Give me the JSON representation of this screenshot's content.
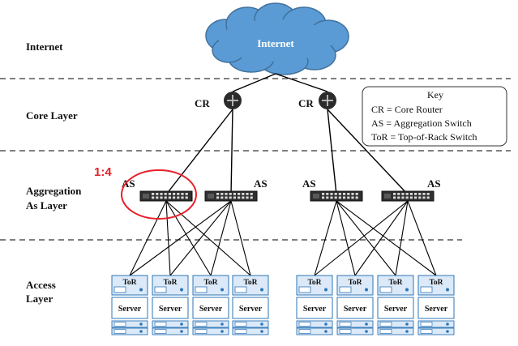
{
  "layers": [
    {
      "id": "internet",
      "label": "Internet"
    },
    {
      "id": "core",
      "label": "Core Layer"
    },
    {
      "id": "aggregation",
      "label_line1": "Aggregation",
      "label_line2": "As Layer"
    },
    {
      "id": "access",
      "label_line1": "Access",
      "label_line2": "Layer"
    }
  ],
  "cloud": {
    "label": "Internet",
    "color": "#5b9bd5",
    "border": "#41719c"
  },
  "core_routers": [
    {
      "label": "CR"
    },
    {
      "label": "CR"
    }
  ],
  "agg_switches": [
    {
      "label": "AS"
    },
    {
      "label": "AS"
    },
    {
      "label": "AS"
    },
    {
      "label": "AS"
    }
  ],
  "racks": [
    {
      "tor": "ToR",
      "server": "Server"
    },
    {
      "tor": "ToR",
      "server": "Server"
    },
    {
      "tor": "ToR",
      "server": "Server"
    },
    {
      "tor": "ToR",
      "server": "Server"
    },
    {
      "tor": "ToR",
      "server": "Server"
    },
    {
      "tor": "ToR",
      "server": "Server"
    },
    {
      "tor": "ToR",
      "server": "Server"
    },
    {
      "tor": "ToR",
      "server": "Server"
    }
  ],
  "key": {
    "title": "Key",
    "items": [
      "CR = Core Router",
      "AS = Aggregation Switch",
      "ToR = Top-of-Rack Switch"
    ]
  },
  "annotation": {
    "ratio": "1:4",
    "color": "#e8202a"
  },
  "colors": {
    "rack_fill": "#dbe9f8",
    "rack_border": "#2e75b6",
    "switch": "#333333",
    "line": "#000000",
    "divider": "#555555"
  }
}
